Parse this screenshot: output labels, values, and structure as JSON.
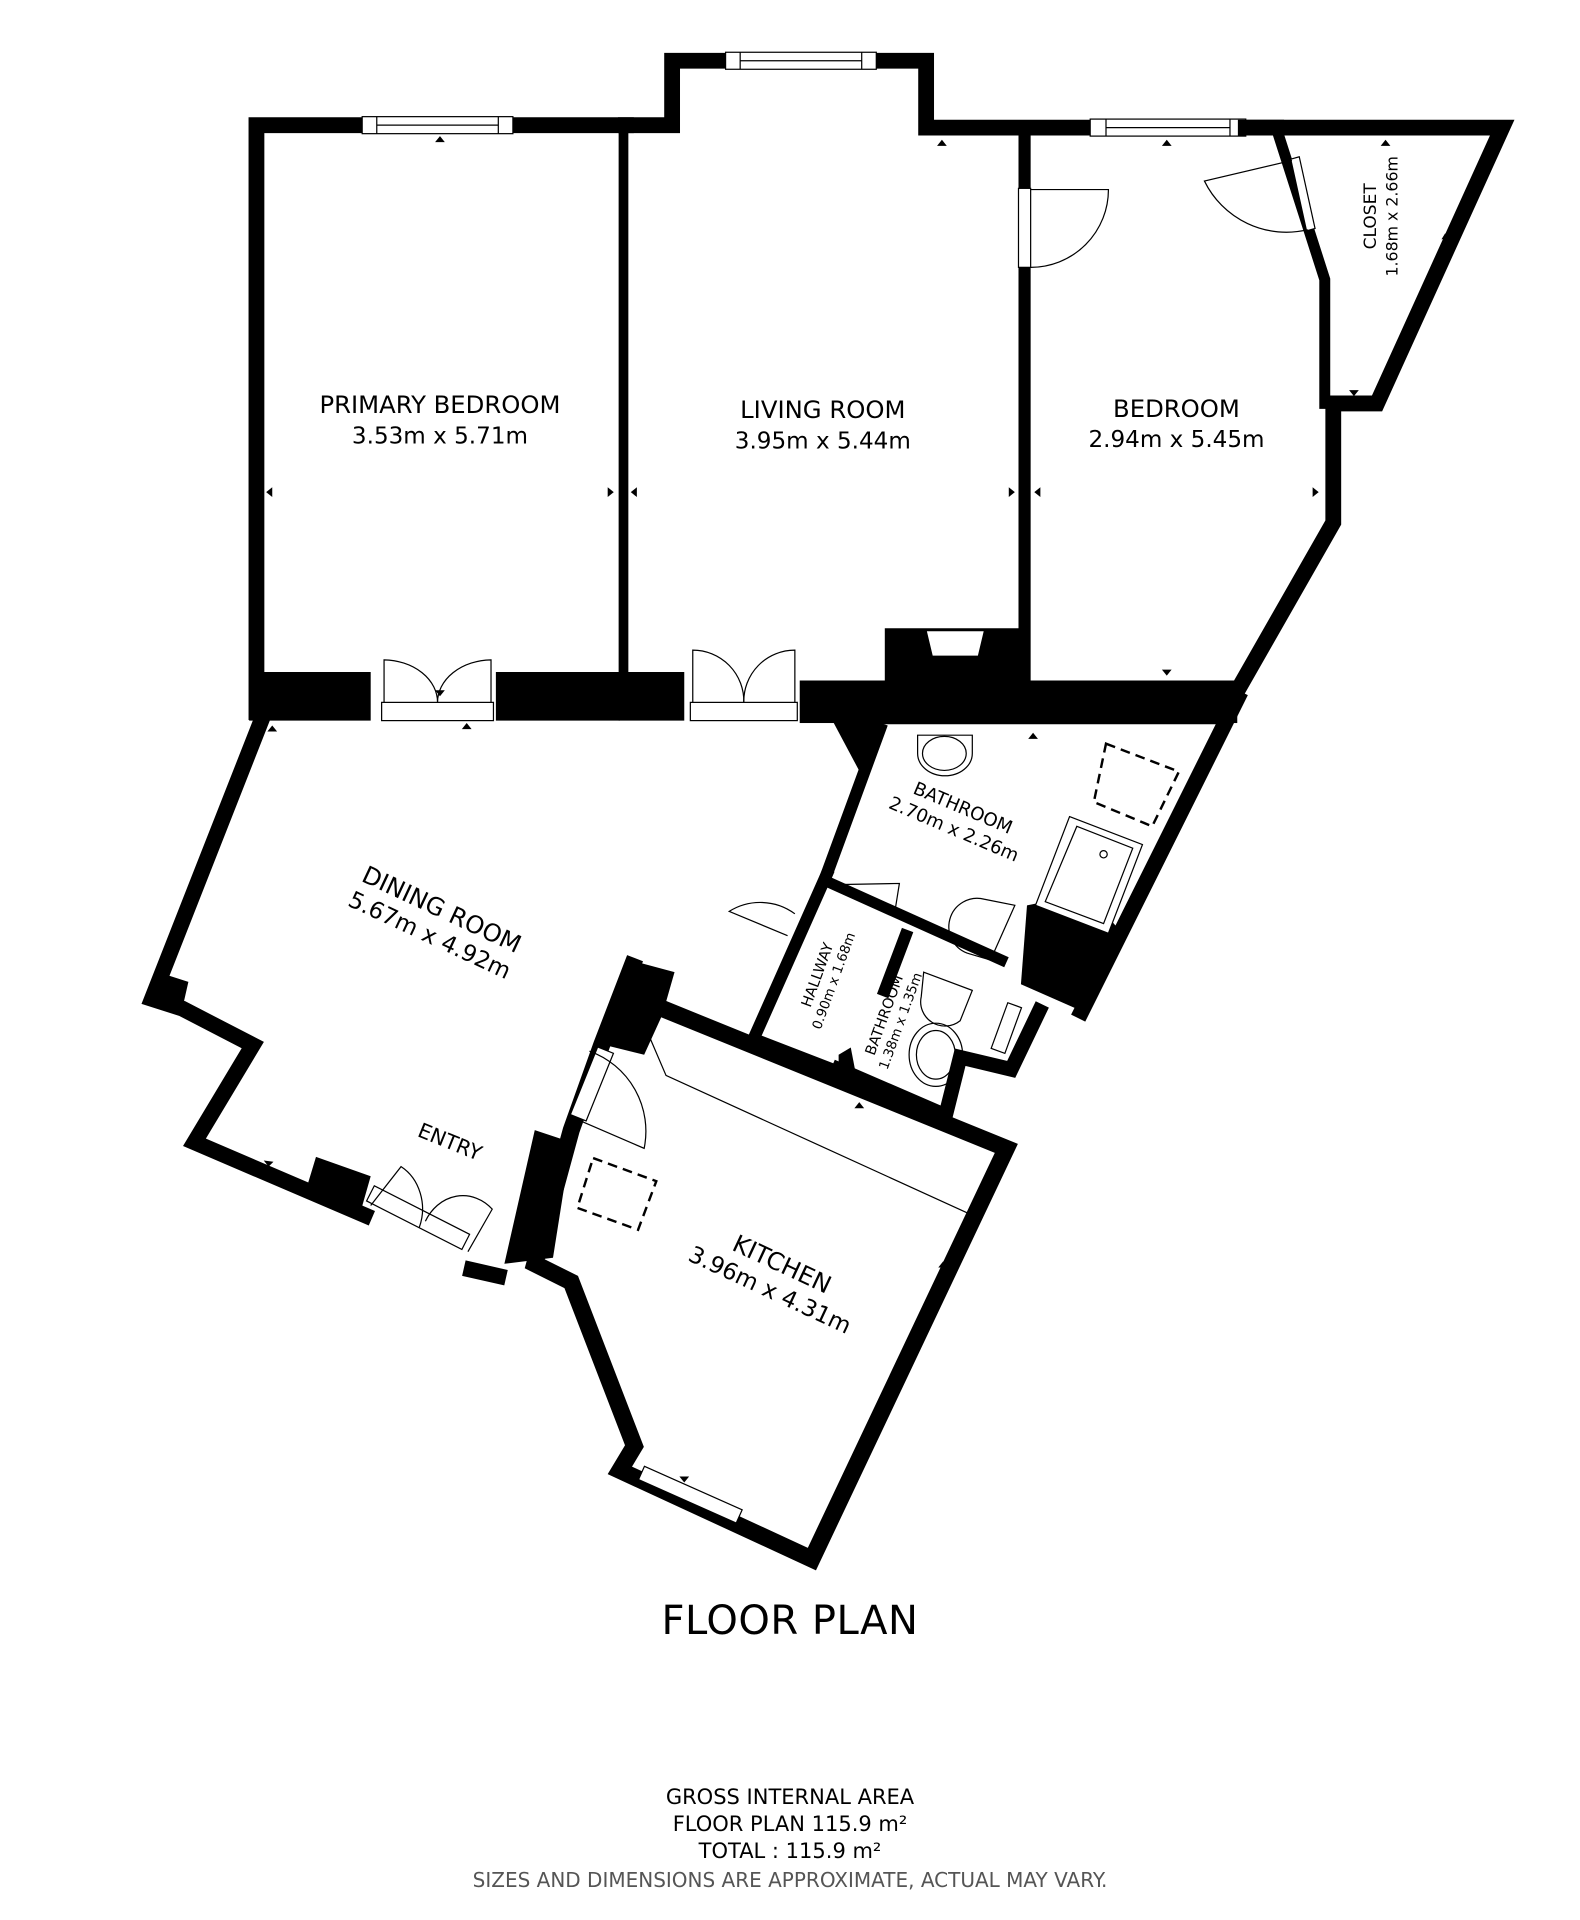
{
  "plan": {
    "title": "FLOOR PLAN",
    "rooms": [
      {
        "name": "PRIMARY BEDROOM",
        "size": "3.53m x 5.71m"
      },
      {
        "name": "LIVING ROOM",
        "size": "3.95m x 5.44m"
      },
      {
        "name": "BEDROOM",
        "size": "2.94m x 5.45m"
      },
      {
        "name": "CLOSET",
        "size": "1.68m x 2.66m"
      },
      {
        "name": "BATHROOM",
        "size": "2.70m x 2.26m"
      },
      {
        "name": "DINING ROOM",
        "size": "5.67m x 4.92m"
      },
      {
        "name": "HALLWAY",
        "size": "0.90m x 1.68m"
      },
      {
        "name": "BATHROOM",
        "size": "1.38m x 1.35m"
      },
      {
        "name": "KITCHEN",
        "size": "3.96m x 4.31m"
      },
      {
        "name": "ENTRY",
        "size": ""
      }
    ]
  },
  "area": {
    "heading": "GROSS INTERNAL AREA",
    "floor_plan": "FLOOR PLAN 115.9 m²",
    "total": "TOTAL :  115.9 m²",
    "disclaimer": "SIZES AND DIMENSIONS ARE APPROXIMATE, ACTUAL MAY VARY."
  },
  "colors": {
    "walls": "#000000",
    "background": "#ffffff",
    "disclaimer": "#555555"
  }
}
